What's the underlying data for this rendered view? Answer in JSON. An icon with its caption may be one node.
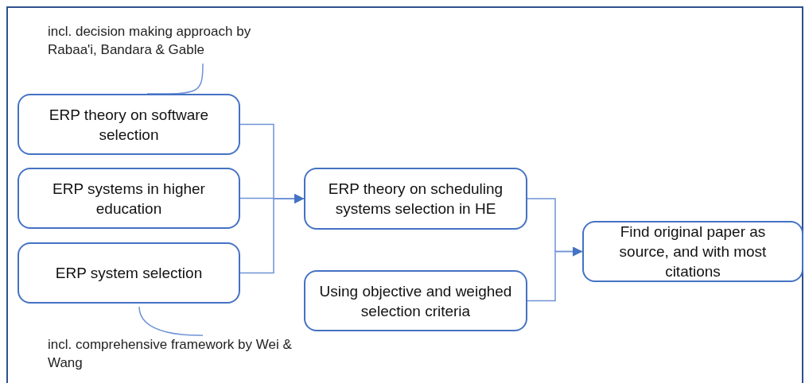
{
  "diagram": {
    "nodes": [
      {
        "text": [
          "incl. decision making approach by Rabaa'i, Bandara & Gable"
        ]
      },
      {
        "text": [
          "ERP theory on software selection"
        ]
      },
      {
        "text": [
          "ERP systems in higher education"
        ]
      },
      {
        "text": [
          "ERP system selection"
        ]
      },
      {
        "text": [
          "incl. comprehensive framework by Wei & Wang"
        ]
      },
      {
        "text": [
          "ERP theory on scheduling systems selection in HE"
        ]
      },
      {
        "text": [
          "Using objective and weighed selection criteria"
        ]
      },
      {
        "text": [
          "Find original paper as source, and with most citations"
        ]
      }
    ],
    "edges": [
      {
        "from": 0,
        "to": 1,
        "arrow": "none"
      },
      {
        "from": 1,
        "to": 5,
        "arrow": "to"
      },
      {
        "from": 2,
        "to": 5,
        "arrow": "to"
      },
      {
        "from": 3,
        "to": 5,
        "arrow": "to"
      },
      {
        "from": 3,
        "to": 4,
        "arrow": "none"
      },
      {
        "from": 5,
        "to": 7,
        "arrow": "to"
      },
      {
        "from": 6,
        "to": 7,
        "arrow": "to"
      }
    ]
  }
}
